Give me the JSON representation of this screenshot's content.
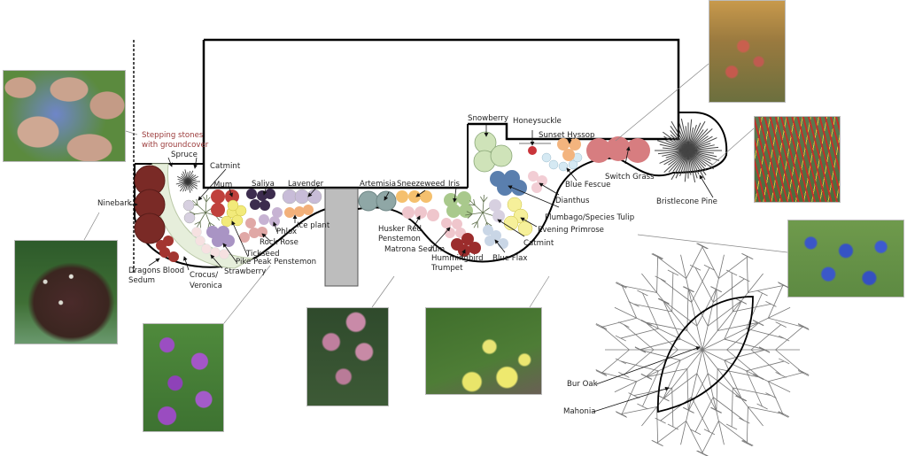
{
  "diagram": {
    "title": "Landscape planting plan",
    "labels": {
      "stepping_stones_1": "Stepping stones",
      "stepping_stones_2": "with groundcover",
      "spruce": "Spruce",
      "catmint_top": "Catmint",
      "mum": "Mum",
      "saliva": "Saliva",
      "lavender": "Lavender",
      "ninebark": "Ninebark",
      "phlox": "Phlox",
      "ice_plant": "Ice plant",
      "rock_rose": "Rock Rose",
      "tickseed": "Tickseed",
      "pike_peak": "Pike Peak Penstemon",
      "strawberry": "Strawberry",
      "crocus_1": "Crocus/",
      "crocus_2": "Veronica",
      "dragons_1": "Dragons Blood",
      "dragons_2": "Sedum",
      "artemisia": "Artemisia",
      "sneezeweed": "Sneezeweed",
      "iris": "Iris",
      "husker_1": "Husker Red",
      "husker_2": "Penstemon",
      "matrona": "Matrona Sedum",
      "hummingbird_1": "Hummingbird",
      "hummingbird_2": "Trumpet",
      "blue_flax": "Blue Flax",
      "catmint_bottom": "Catmint",
      "evening_primrose": "Evening Primrose",
      "plumbago": "Plumbago/Species Tulip",
      "dianthus": "Dianthus",
      "blue_fescue": "Blue Fescue",
      "switch_grass": "Switch Grass",
      "sunset_hyssop": "Sunset Hyssop",
      "honeysuckle": "Honeysuckle",
      "snowberry": "Snowberry",
      "bristlecone": "Bristlecone Pine",
      "bur_oak": "Bur Oak",
      "mahonia": "Mahonia"
    },
    "photos": [
      {
        "name": "stepping-stones-photo",
        "subject": "Stepping stones with groundcover"
      },
      {
        "name": "ninebark-photo",
        "subject": "Ninebark"
      },
      {
        "name": "pike-peak-penstemon-photo",
        "subject": "Pike Peak Penstemon"
      },
      {
        "name": "matrona-sedum-photo",
        "subject": "Matrona Sedum"
      },
      {
        "name": "evening-primrose-photo",
        "subject": "Evening Primrose"
      },
      {
        "name": "sunset-hyssop-photo",
        "subject": "Sunset Hyssop"
      },
      {
        "name": "switch-grass-photo",
        "subject": "Switch Grass"
      },
      {
        "name": "plumbago-photo",
        "subject": "Plumbago/Species Tulip"
      }
    ],
    "colors": {
      "ninebark": "#7a2a26",
      "mum": "#c0403c",
      "saliva": "#3c2c4e",
      "lavender": "#c8bcd8",
      "ice_plant": "#f2b07a",
      "phlox": "#c7b3d3",
      "rock_rose": "#e0a8a6",
      "tickseed": "#f2ea7a",
      "pike_peak": "#a994c4",
      "strawberry": "#f6e1e1",
      "crocus_band": "#e6eedb",
      "artemisia": "#8fa7a6",
      "sneezeweed": "#f5c06e",
      "iris": "#a9c98c",
      "husker_red": "#efc6cc",
      "matrona": "#efc6cc",
      "hummingbird": "#9b2c2c",
      "blue_flax": "#c9d6e6",
      "evening_primrose": "#f6f09a",
      "catmint_pale": "#d7d0e0",
      "plumbago": "#5a7fae",
      "dianthus": "#f2cdd4",
      "blue_fescue": "#d5e9f3",
      "sunset_hyssop": "#f3b47e",
      "switch_grass": "#d77d80",
      "snowberry": "#cfe3b9",
      "honeysuckle": "#c9343a",
      "path": "#bdbdbd"
    }
  }
}
